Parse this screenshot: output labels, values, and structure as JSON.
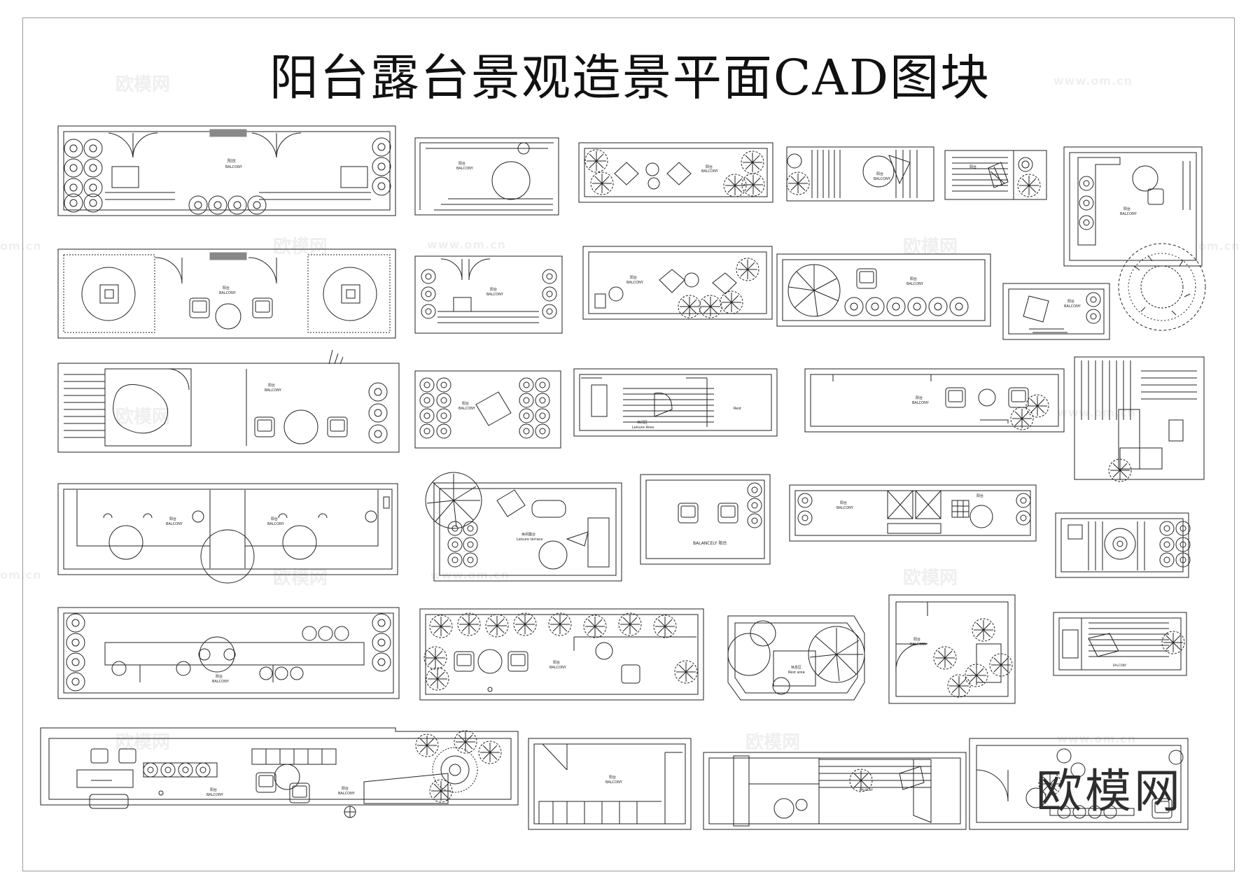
{
  "title": "阳台露台景观造景平面CAD图块",
  "brand": "欧模网",
  "watermark_text": "欧模网",
  "watermark_url": "www.om.cn",
  "watermark_url_short": "om.cn",
  "labels": {
    "balcony_cn": "阳台",
    "balcony_en": "BALCONY",
    "leisure_cn": "休闲区",
    "leisure_en": "Leisure Area",
    "leisure_terrace_cn": "休闲露台",
    "leisure_terrace_en": "Leisure terrace",
    "balancely": "BALANCELY 阳台",
    "rest_cn": "休息区",
    "rest_en": "Rest area",
    "rest_short": "Rest"
  },
  "colors": {
    "line": "#222222",
    "frame": "#9a9a9a",
    "fill_gray": "#888888"
  }
}
